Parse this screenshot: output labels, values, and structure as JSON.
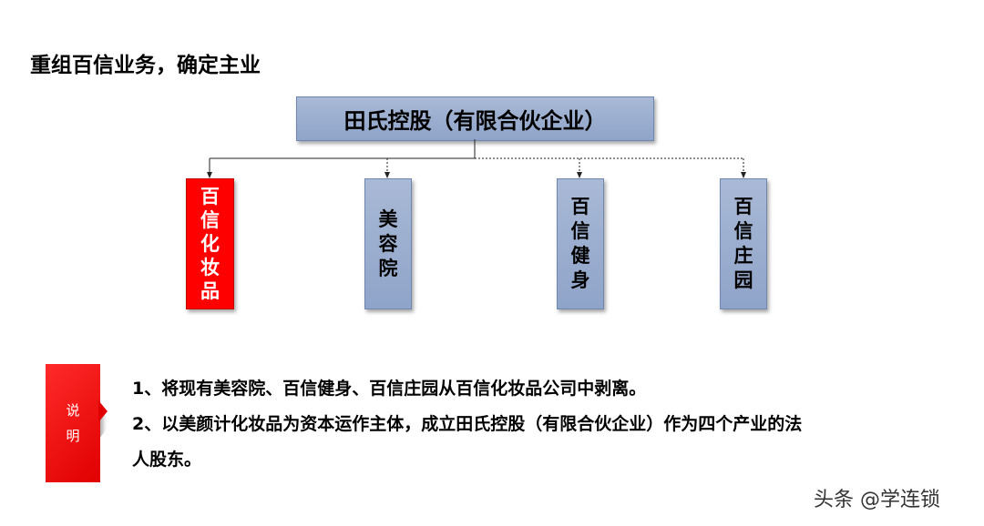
{
  "title": "重组百信业务，确定主业",
  "root": {
    "label": "田氏控股（有限合伙企业）"
  },
  "children": [
    {
      "chars": [
        "百",
        "信",
        "化",
        "妆",
        "品"
      ],
      "style": "red"
    },
    {
      "chars": [
        "美",
        "容",
        "院"
      ],
      "style": "blue"
    },
    {
      "chars": [
        "百",
        "信",
        "健",
        "身"
      ],
      "style": "blue"
    },
    {
      "chars": [
        "百",
        "信",
        "庄",
        "园"
      ],
      "style": "blue"
    }
  ],
  "note": {
    "tag_chars": [
      "说",
      "明"
    ],
    "line1": "1、将现有美容院、百信健身、百信庄园从百信化妆品公司中剥离。",
    "line2a": "2、以美颜计化妆品为资本运作主体，成立田氏控股（有限合伙企业）作为四个产业的法",
    "line2b": "人股东。"
  },
  "watermark": "头条 @学连锁",
  "colors": {
    "box_blue": "#9aaed0",
    "box_red": "#ff0000",
    "tag_red": "#e00000"
  }
}
